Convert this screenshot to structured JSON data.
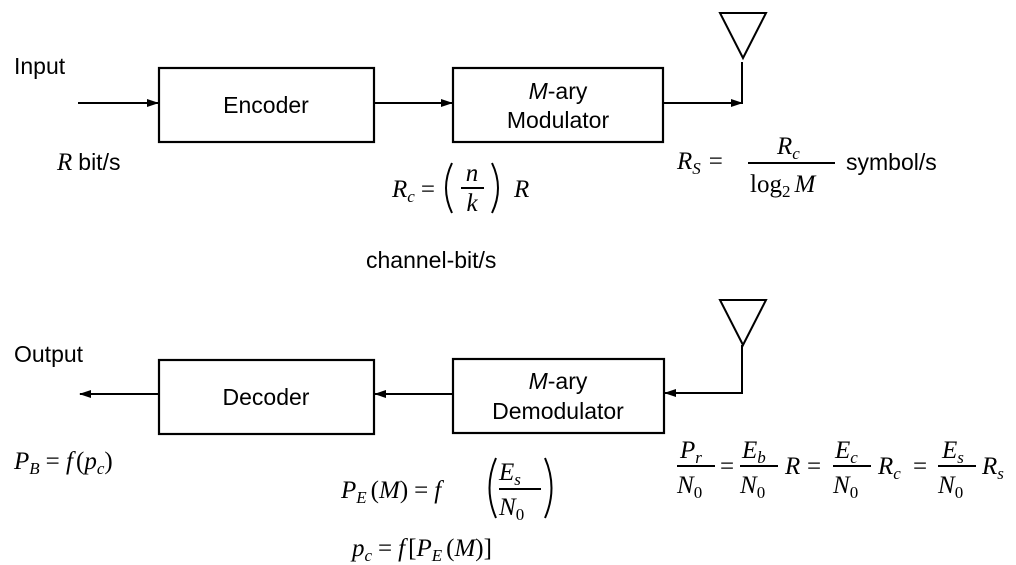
{
  "tx": {
    "input_label": "Input",
    "input_rate": {
      "var": "R",
      "unit": "bit/s"
    },
    "encoder_label": "Encoder",
    "modulator": {
      "line1_italic": "M",
      "line1_rest": "-ary",
      "line2": "Modulator"
    },
    "coded_rate": {
      "lhs": "R",
      "lhs_sub": "c",
      "eq": "=",
      "num": "n",
      "den": "k",
      "rhs": "R",
      "unit": "channel-bit/s"
    },
    "symbol_rate": {
      "lhs": "R",
      "lhs_sub": "S",
      "eq": "=",
      "num": "R",
      "num_sub": "c",
      "den_pre": "log",
      "den_sub": "2",
      "den_var": "M",
      "unit": "symbol/s"
    }
  },
  "rx": {
    "output_label": "Output",
    "decoder_label": "Decoder",
    "demodulator": {
      "line1_italic": "M",
      "line1_rest": "-ary",
      "line2": "Demodulator"
    },
    "bit_error": {
      "lhs": "P",
      "lhs_sub": "B",
      "eq": "= ",
      "f": "f",
      "arg": "p",
      "arg_sub": "c"
    },
    "symbol_error": {
      "lhs": "P",
      "lhs_sub": "E",
      "arg": "M",
      "eq": "=",
      "f": "f",
      "num": "E",
      "num_sub": "s",
      "den": "N",
      "den_sub": "0"
    },
    "coded_error": {
      "lhs": "p",
      "lhs_sub": "c",
      "eq": "=",
      "f": "f",
      "inner": "P",
      "inner_sub": "E",
      "arg": "M"
    },
    "snr_chain": {
      "t1_num": "P",
      "t1_num_sub": "r",
      "t1_den": "N",
      "t1_den_sub": "0",
      "t2_num": "E",
      "t2_num_sub": "b",
      "t2_den": "N",
      "t2_den_sub": "0",
      "t2_mul": "R",
      "t3_num": "E",
      "t3_num_sub": "c",
      "t3_den": "N",
      "t3_den_sub": "0",
      "t3_mul": "R",
      "t3_mul_sub": "c",
      "t4_num": "E",
      "t4_num_sub": "s",
      "t4_den": "N",
      "t4_den_sub": "0",
      "t4_mul": "R",
      "t4_mul_sub": "s",
      "eq": "="
    }
  }
}
